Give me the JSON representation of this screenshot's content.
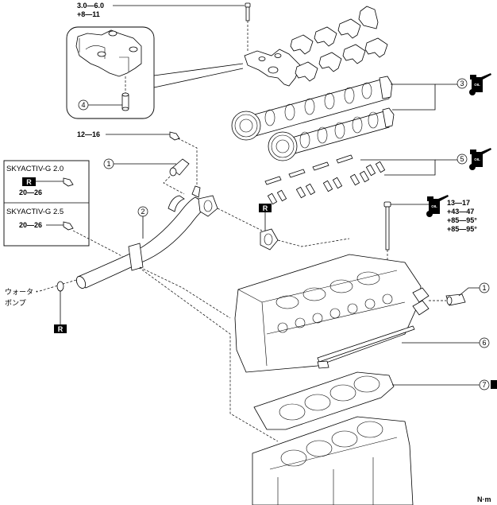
{
  "torque_specs": {
    "camshaft_cap_bolt": [
      "3.0—6.0",
      "+8—11"
    ],
    "water_pipe_bolt": "12—16",
    "cylinder_head_bolt": [
      "13—17",
      "+43—47",
      "+85—95°",
      "+85—95°"
    ],
    "skyactiv_20_bolt": "20—26",
    "skyactiv_25_bolt": "20—26"
  },
  "variant_box": {
    "variant_20": "SKYACTIV-G 2.0",
    "variant_25": "SKYACTIV-G 2.5"
  },
  "callouts": {
    "c1": "1",
    "c2": "2",
    "c3": "3",
    "c4": "4",
    "c5": "5",
    "c6": "6",
    "c7": "7",
    "c1b": "1"
  },
  "symbols": {
    "replace": "R",
    "oil": "OIL"
  },
  "water_pump_label": [
    "ウォータ・",
    "ポンプ"
  ],
  "unit_label": "N·m",
  "parts": [
    {
      "id": "1",
      "name": "water-hose-fitting"
    },
    {
      "id": "2",
      "name": "water-pipe"
    },
    {
      "id": "3",
      "name": "camshaft"
    },
    {
      "id": "4",
      "name": "hla-plug"
    },
    {
      "id": "5",
      "name": "rocker-arm"
    },
    {
      "id": "6",
      "name": "cylinder-head"
    },
    {
      "id": "7",
      "name": "cylinder-head-gasket"
    }
  ]
}
